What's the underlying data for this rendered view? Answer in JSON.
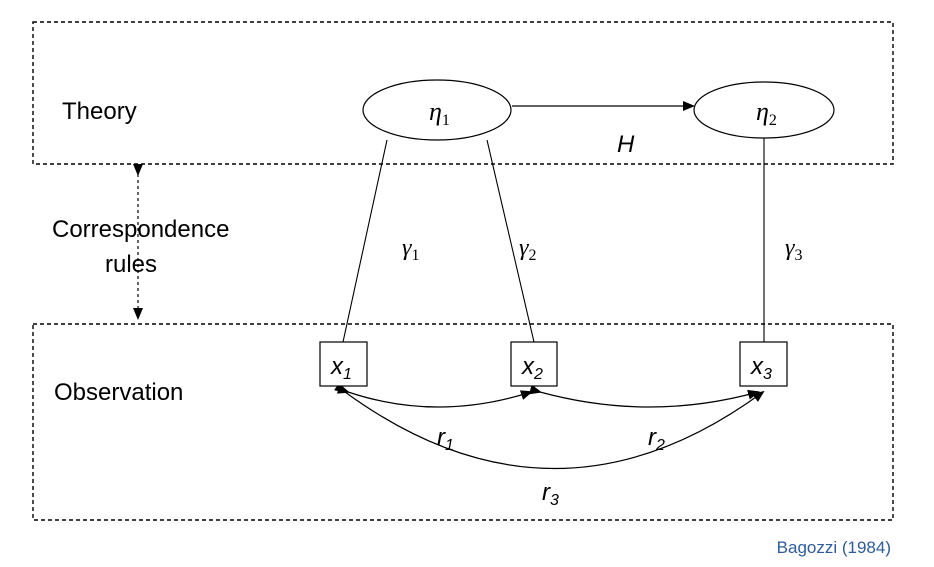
{
  "sections": {
    "theory": "Theory",
    "correspondence_line1": "Correspondence",
    "correspondence_line2": "rules",
    "observation": "Observation"
  },
  "latent_nodes": {
    "eta1": {
      "symbol": "η",
      "subscript": "1"
    },
    "eta2": {
      "symbol": "η",
      "subscript": "2"
    }
  },
  "hypothesis_label": "H",
  "loadings": {
    "gamma1": {
      "symbol": "γ",
      "subscript": "1"
    },
    "gamma2": {
      "symbol": "γ",
      "subscript": "2"
    },
    "gamma3": {
      "symbol": "γ",
      "subscript": "3"
    }
  },
  "observed_nodes": {
    "x1": {
      "symbol": "x",
      "subscript": "1"
    },
    "x2": {
      "symbol": "x",
      "subscript": "2"
    },
    "x3": {
      "symbol": "x",
      "subscript": "3"
    }
  },
  "correlations": {
    "r1": {
      "symbol": "r",
      "subscript": "1"
    },
    "r2": {
      "symbol": "r",
      "subscript": "2"
    },
    "r3": {
      "symbol": "r",
      "subscript": "3"
    }
  },
  "citation": "Bagozzi (1984)",
  "colors": {
    "citation": "#2e5c9a",
    "ink": "#000000"
  }
}
